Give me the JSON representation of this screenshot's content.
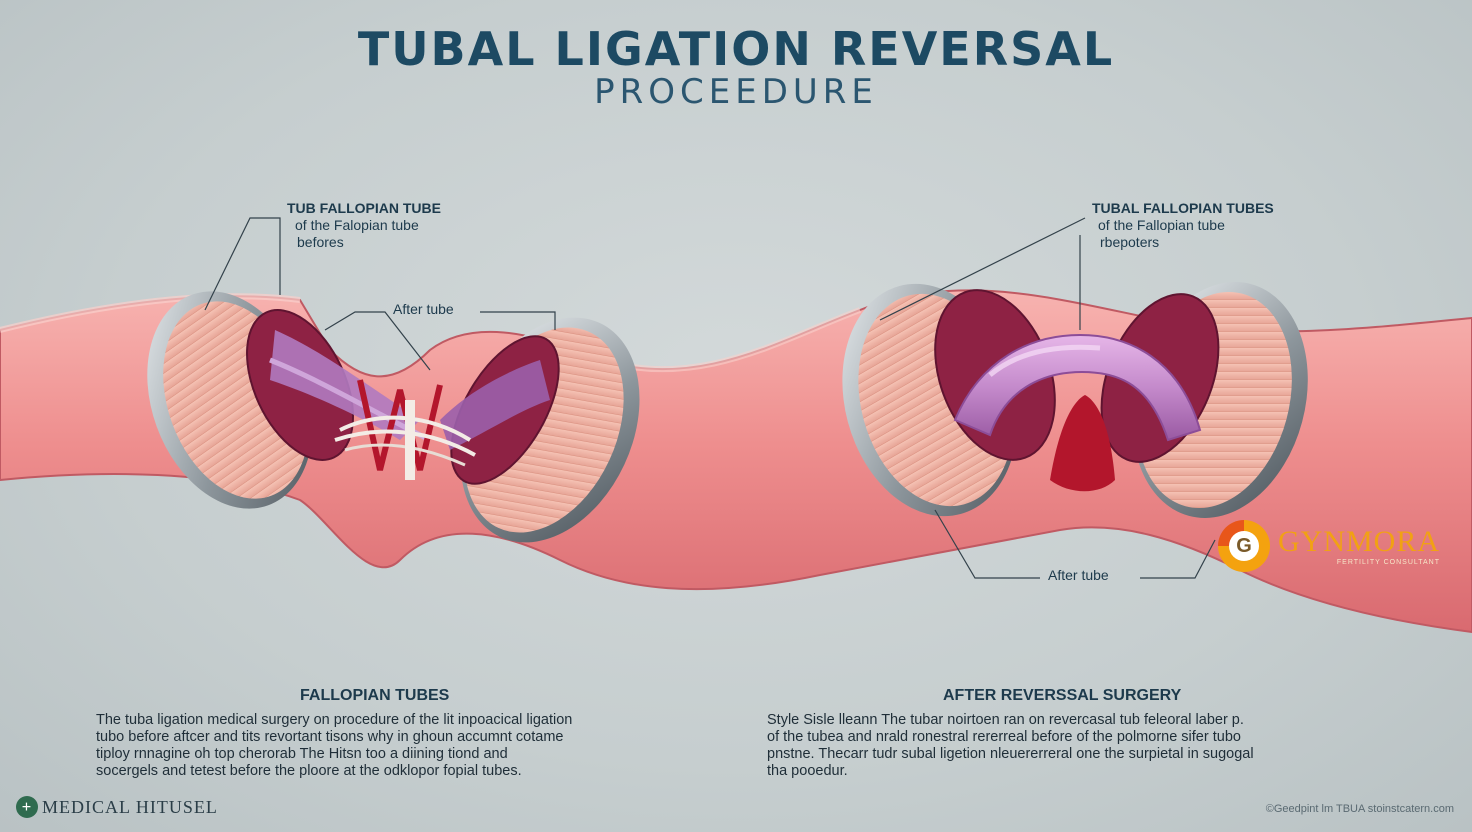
{
  "header": {
    "title": "TUBAL LIGATION REVERSAL",
    "subtitle": "PROCEEDURE"
  },
  "labels": {
    "left_top": {
      "line1": "TUB FALLOPIAN TUBE",
      "line2": "of the Falopian tube",
      "line3": "befores"
    },
    "left_mid": "After tube",
    "right_top": {
      "line1": "TUBAL FALLOPIAN TUBES",
      "line2": "of the Fallopian tube",
      "line3": "rbepoters"
    },
    "right_bottom": "After tube"
  },
  "sections": {
    "left": {
      "title": "FALLOPIAN TUBES",
      "lines": [
        "The tuba ligation medical surgery on procedure of the lit inpoacical ligation",
        "tubo before aftcer and tits revortant tisons why in ghoun accumnt cotame",
        "tiploy rnnagine oh top cherorab The Hitsn too a diining tiond and",
        "socergels and tetest before the ploore at the odklopor fopial tubes."
      ]
    },
    "right": {
      "title": "AFTER REVERSSAL SURGERY",
      "lines": [
        "Style Sisle lleann The tubar noirtoen ran on revercasal tub feleoral laber p.",
        "of the tubea and nrald ronestral rererreal before of the polmorne sifer tubo",
        "pnstne. Thecarr tudr subal ligetion nleuererreral one the surpietal in sugogal",
        "tha pooedur."
      ]
    }
  },
  "brand": {
    "name": "GYNMORA",
    "tagline": "FERTILITY CONSULTANT"
  },
  "footer": {
    "left_text": "MEDICAL HITUSEL",
    "right_text": "©Geedpint lm TBUA stoinstcatern.com"
  }
}
